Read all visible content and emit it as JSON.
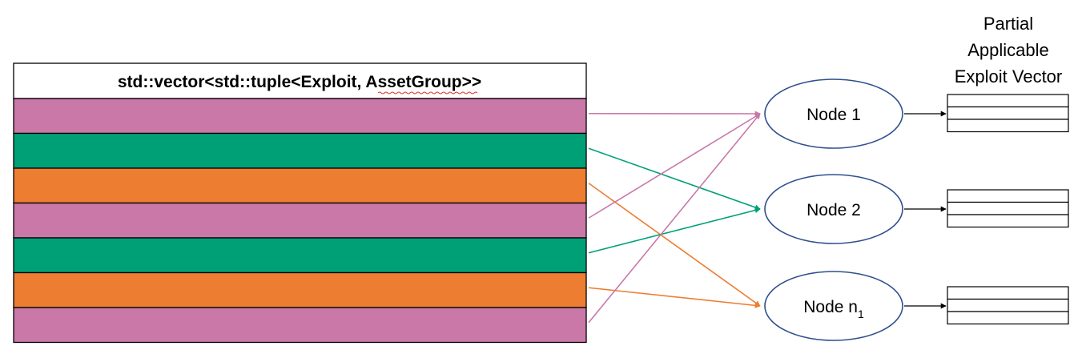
{
  "vector": {
    "header": "std::vector<std::tuple<Exploit, AssetGroup>>",
    "rows": [
      {
        "color": "#c978a8"
      },
      {
        "color": "#00a077"
      },
      {
        "color": "#ed7d31"
      },
      {
        "color": "#c978a8"
      },
      {
        "color": "#00a077"
      },
      {
        "color": "#ed7d31"
      },
      {
        "color": "#c978a8"
      }
    ]
  },
  "nodes": [
    {
      "label": "Node 1",
      "subscript": ""
    },
    {
      "label": "Node 2",
      "subscript": ""
    },
    {
      "label": "Node n",
      "subscript": "1"
    }
  ],
  "partial_vector_title": [
    "Partial",
    "Applicable",
    "Exploit Vector"
  ],
  "connections": [
    {
      "from_row": 0,
      "to_node": 0,
      "color": "#c978a8"
    },
    {
      "from_row": 1,
      "to_node": 1,
      "color": "#00a077"
    },
    {
      "from_row": 2,
      "to_node": 2,
      "color": "#ed7d31"
    },
    {
      "from_row": 3,
      "to_node": 0,
      "color": "#c978a8"
    },
    {
      "from_row": 4,
      "to_node": 1,
      "color": "#00a077"
    },
    {
      "from_row": 5,
      "to_node": 2,
      "color": "#ed7d31"
    },
    {
      "from_row": 6,
      "to_node": 0,
      "color": "#c978a8"
    }
  ],
  "colors": {
    "node_stroke": "#2f4f8f",
    "outline": "#000000"
  }
}
